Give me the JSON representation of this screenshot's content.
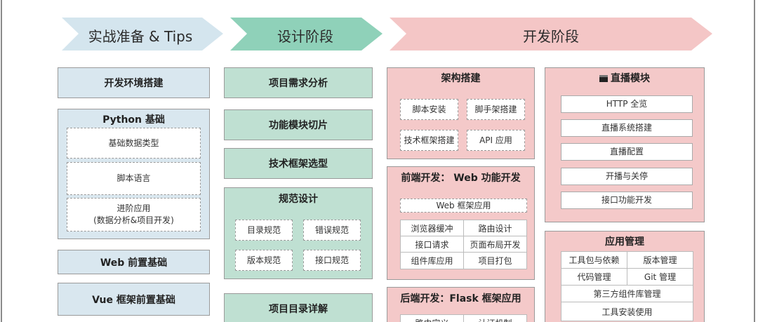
{
  "colors": {
    "blue_arrow": "#d4e5ee",
    "green_arrow": "#8fd1b9",
    "pink_arrow": "#f4c6c6",
    "blue_box": "#d9e7ef",
    "green_box": "#bfe0d2",
    "pink_box": "#f4c9c9"
  },
  "headers": {
    "prep": "实战准备 & Tips",
    "design": "设计阶段",
    "dev": "开发阶段"
  },
  "prep": {
    "env": "开发环境搭建",
    "python": {
      "title": "Python 基础",
      "items": [
        "基础数据类型",
        "脚本语言",
        "进阶应用\n(数据分析&项目开发)"
      ]
    },
    "web": "Web 前置基础",
    "vue": "Vue 框架前置基础"
  },
  "design": {
    "req": "项目需求分析",
    "module": "功能模块切片",
    "tech": "技术框架选型",
    "spec": {
      "title": "规范设计",
      "items": [
        "目录规范",
        "错误规范",
        "版本规范",
        "接口规范"
      ]
    },
    "dir": "项目目录详解"
  },
  "dev": {
    "arch": {
      "title": "架构搭建",
      "items": [
        "脚本安装",
        "脚手架搭建",
        "技术框架搭建",
        "API 应用"
      ]
    },
    "frontend": {
      "title": "前端开发： Web 功能开发",
      "top": "Web 框架应用",
      "cells": [
        "浏览器缓冲",
        "路由设计",
        "接口请求",
        "页面布局开发",
        "组件库应用",
        "项目打包"
      ]
    },
    "backend": {
      "title": "后端开发：Flask 框架应用",
      "cells": [
        "路由定义",
        "认证机制"
      ]
    },
    "live": {
      "icon": "clapper-icon",
      "title": "直播模块",
      "items": [
        "HTTP 全览",
        "直播系统搭建",
        "直播配置",
        "开播与关停",
        "接口功能开发"
      ]
    },
    "app": {
      "title": "应用管理",
      "cells": [
        "工具包与依赖",
        "版本管理",
        "代码管理",
        "Git 管理"
      ],
      "rows": [
        "第三方组件库管理",
        "工具安装使用"
      ]
    }
  }
}
